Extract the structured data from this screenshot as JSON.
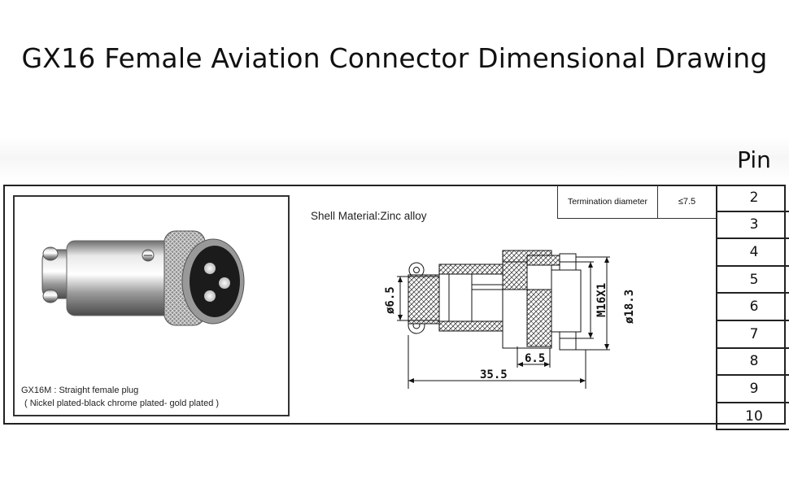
{
  "title": "GX16 Female Aviation Connector Dimensional Drawing",
  "pin_header": "Pin",
  "pins": [
    "2",
    "3",
    "4",
    "5",
    "6",
    "7",
    "8",
    "9",
    "10"
  ],
  "termination": {
    "label": "Termination diameter",
    "value": "≤7.5"
  },
  "shell_material": "Shell  Material:Zinc alloy",
  "product": {
    "caption_line1": "GX16M : Straight female plug",
    "caption_line2": "( Nickel plated-black chrome plated- gold plated )"
  },
  "dimensions": {
    "inner_diameter": "ø6.5",
    "thread": "M16X1",
    "outer_diameter": "ø18.3",
    "face_length": "6.5",
    "total_length": "35.5"
  }
}
